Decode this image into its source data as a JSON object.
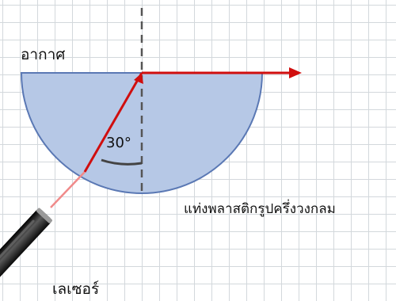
{
  "labels": {
    "medium_top": "อากาศ",
    "angle": "30°",
    "block": "แท่งพลาสติกรูปครึ่งวงกลม",
    "source": "เลเซอร์"
  },
  "colors": {
    "block_fill": "#b6c8e6",
    "block_stroke": "#5a78b4",
    "ray": "#d00e0e",
    "laser_beam": "#f08a8a",
    "normal_line": "#555555",
    "angle_arc": "#444444",
    "laser_body": "#1a1a1a"
  },
  "icons": {
    "source": "laser-pointer-icon",
    "ray_head": "arrowhead-icon"
  }
}
